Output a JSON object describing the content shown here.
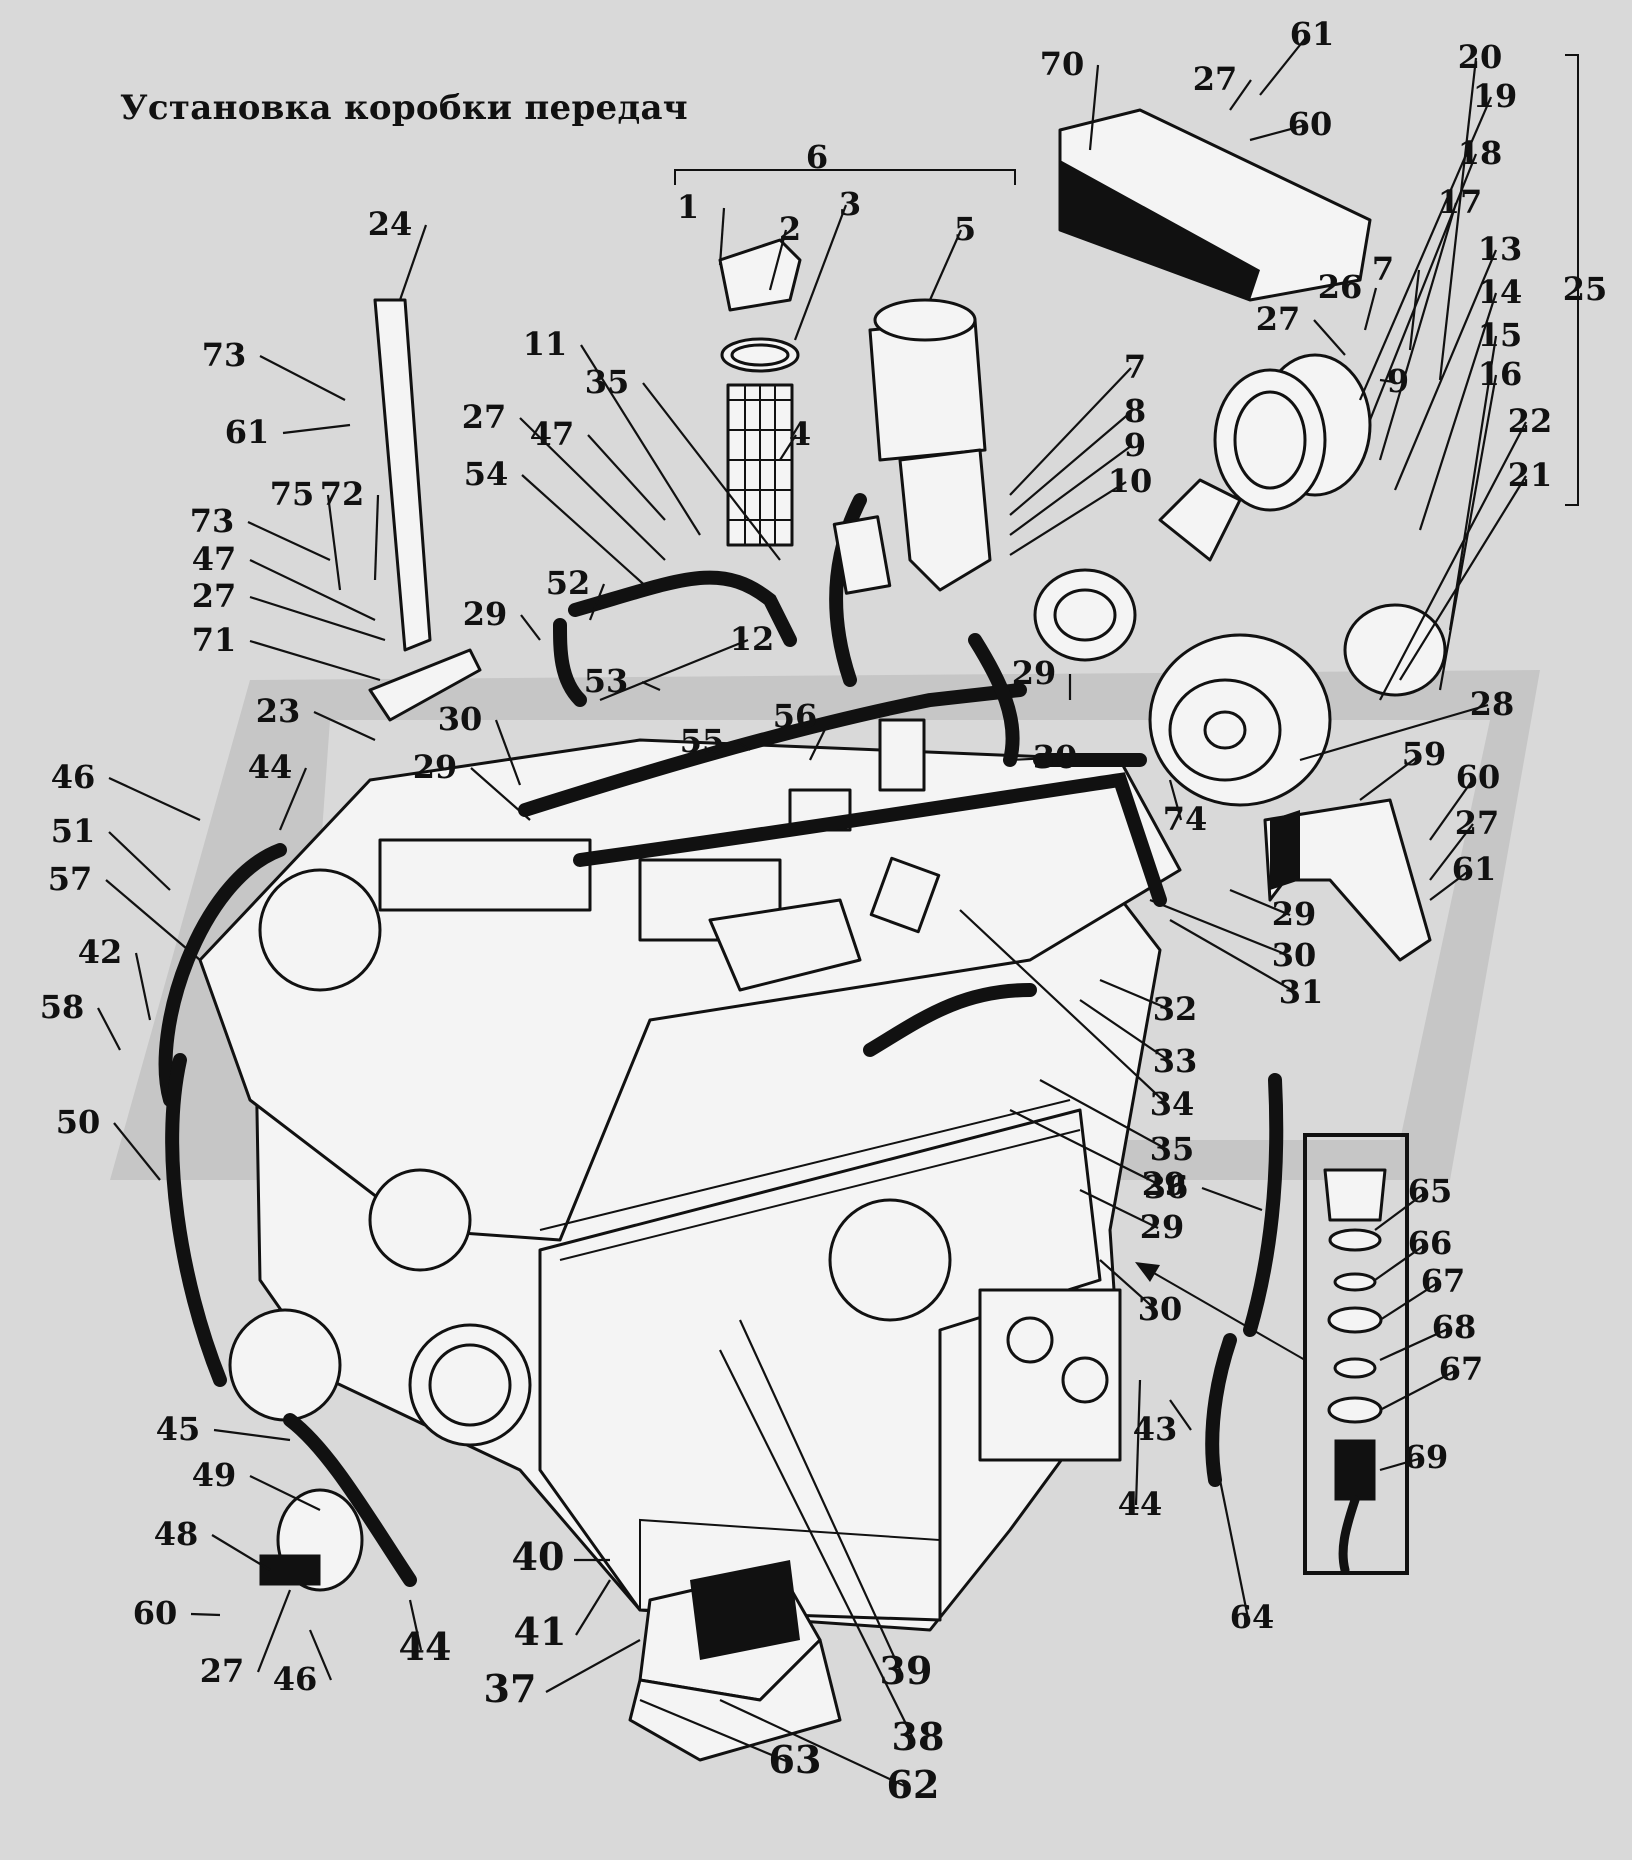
{
  "title": "Установка коробки передач",
  "labels": [
    {
      "id": "l-1",
      "text": "1"
    },
    {
      "id": "l-2",
      "text": "2"
    },
    {
      "id": "l-3",
      "text": "3"
    },
    {
      "id": "l-4",
      "text": "4"
    },
    {
      "id": "l-5",
      "text": "5"
    },
    {
      "id": "l-6",
      "text": "6"
    },
    {
      "id": "l-7a",
      "text": "7"
    },
    {
      "id": "l-7b",
      "text": "7"
    },
    {
      "id": "l-8",
      "text": "8"
    },
    {
      "id": "l-9a",
      "text": "9"
    },
    {
      "id": "l-9b",
      "text": "9"
    },
    {
      "id": "l-10",
      "text": "10"
    },
    {
      "id": "l-11",
      "text": "11"
    },
    {
      "id": "l-12",
      "text": "12"
    },
    {
      "id": "l-13",
      "text": "13"
    },
    {
      "id": "l-14",
      "text": "14"
    },
    {
      "id": "l-15",
      "text": "15"
    },
    {
      "id": "l-16",
      "text": "16"
    },
    {
      "id": "l-17",
      "text": "17"
    },
    {
      "id": "l-18",
      "text": "18"
    },
    {
      "id": "l-19",
      "text": "19"
    },
    {
      "id": "l-20",
      "text": "20"
    },
    {
      "id": "l-21",
      "text": "21"
    },
    {
      "id": "l-22",
      "text": "22"
    },
    {
      "id": "l-23",
      "text": "23"
    },
    {
      "id": "l-24",
      "text": "24"
    },
    {
      "id": "l-25",
      "text": "25"
    },
    {
      "id": "l-26",
      "text": "26"
    },
    {
      "id": "l-27a",
      "text": "27"
    },
    {
      "id": "l-27b",
      "text": "27"
    },
    {
      "id": "l-27c",
      "text": "27"
    },
    {
      "id": "l-27d",
      "text": "27"
    },
    {
      "id": "l-27e",
      "text": "27"
    },
    {
      "id": "l-27f",
      "text": "27"
    },
    {
      "id": "l-28",
      "text": "28"
    },
    {
      "id": "l-29a",
      "text": "29"
    },
    {
      "id": "l-29b",
      "text": "29"
    },
    {
      "id": "l-29c",
      "text": "29"
    },
    {
      "id": "l-29d",
      "text": "29"
    },
    {
      "id": "l-29e",
      "text": "29"
    },
    {
      "id": "l-29f",
      "text": "29"
    },
    {
      "id": "l-30a",
      "text": "30"
    },
    {
      "id": "l-30b",
      "text": "30"
    },
    {
      "id": "l-30c",
      "text": "30"
    },
    {
      "id": "l-30d",
      "text": "30"
    },
    {
      "id": "l-31",
      "text": "31"
    },
    {
      "id": "l-32",
      "text": "32"
    },
    {
      "id": "l-33",
      "text": "33"
    },
    {
      "id": "l-34",
      "text": "34"
    },
    {
      "id": "l-35a",
      "text": "35"
    },
    {
      "id": "l-35b",
      "text": "35"
    },
    {
      "id": "l-36",
      "text": "36"
    },
    {
      "id": "l-37",
      "text": "37"
    },
    {
      "id": "l-38",
      "text": "38"
    },
    {
      "id": "l-39",
      "text": "39"
    },
    {
      "id": "l-40",
      "text": "40"
    },
    {
      "id": "l-41",
      "text": "41"
    },
    {
      "id": "l-42",
      "text": "42"
    },
    {
      "id": "l-43",
      "text": "43"
    },
    {
      "id": "l-44a",
      "text": "44"
    },
    {
      "id": "l-44b",
      "text": "44"
    },
    {
      "id": "l-44c",
      "text": "44"
    },
    {
      "id": "l-45",
      "text": "45"
    },
    {
      "id": "l-46a",
      "text": "46"
    },
    {
      "id": "l-46b",
      "text": "46"
    },
    {
      "id": "l-47a",
      "text": "47"
    },
    {
      "id": "l-47b",
      "text": "47"
    },
    {
      "id": "l-48",
      "text": "48"
    },
    {
      "id": "l-49",
      "text": "49"
    },
    {
      "id": "l-50",
      "text": "50"
    },
    {
      "id": "l-51",
      "text": "51"
    },
    {
      "id": "l-52",
      "text": "52"
    },
    {
      "id": "l-53",
      "text": "53"
    },
    {
      "id": "l-54",
      "text": "54"
    },
    {
      "id": "l-55",
      "text": "55"
    },
    {
      "id": "l-56",
      "text": "56"
    },
    {
      "id": "l-57",
      "text": "57"
    },
    {
      "id": "l-58",
      "text": "58"
    },
    {
      "id": "l-59",
      "text": "59"
    },
    {
      "id": "l-60a",
      "text": "60"
    },
    {
      "id": "l-60b",
      "text": "60"
    },
    {
      "id": "l-60c",
      "text": "60"
    },
    {
      "id": "l-61a",
      "text": "61"
    },
    {
      "id": "l-61b",
      "text": "61"
    },
    {
      "id": "l-61c",
      "text": "61"
    },
    {
      "id": "l-62",
      "text": "62"
    },
    {
      "id": "l-63",
      "text": "63"
    },
    {
      "id": "l-64",
      "text": "64"
    },
    {
      "id": "l-65",
      "text": "65"
    },
    {
      "id": "l-66",
      "text": "66"
    },
    {
      "id": "l-67a",
      "text": "67"
    },
    {
      "id": "l-67b",
      "text": "67"
    },
    {
      "id": "l-68",
      "text": "68"
    },
    {
      "id": "l-69",
      "text": "69"
    },
    {
      "id": "l-70",
      "text": "70"
    },
    {
      "id": "l-71",
      "text": "71"
    },
    {
      "id": "l-72",
      "text": "72"
    },
    {
      "id": "l-73a",
      "text": "73"
    },
    {
      "id": "l-73b",
      "text": "73"
    },
    {
      "id": "l-74",
      "text": "74"
    },
    {
      "id": "l-75",
      "text": "75"
    }
  ]
}
